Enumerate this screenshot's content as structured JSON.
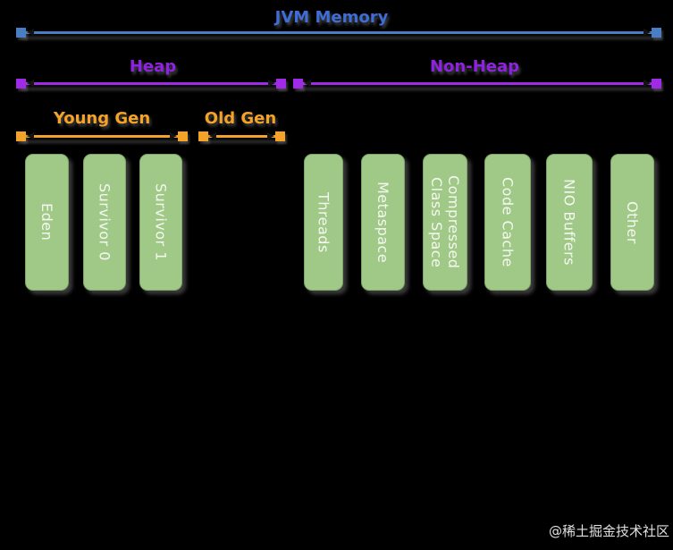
{
  "diagram": {
    "title_bracket": {
      "label": "JVM Memory",
      "color": "#4a7ec4"
    },
    "brackets": [
      {
        "label": "JVM Memory",
        "color": "#4a7ec4"
      },
      {
        "label": "Heap",
        "color": "#a02ae8"
      },
      {
        "label": "Non-Heap",
        "color": "#a02ae8"
      },
      {
        "label": "Young Gen",
        "color": "#f5a328"
      },
      {
        "label": "Old Gen",
        "color": "#f5a328"
      }
    ],
    "boxes": [
      {
        "label": "Eden"
      },
      {
        "label": "Survivor 0"
      },
      {
        "label": "Survivor 1"
      },
      {
        "label": "Threads"
      },
      {
        "label": "Metaspace"
      },
      {
        "label": "Compressed Class Space"
      },
      {
        "label": "Code Cache"
      },
      {
        "label": "NIO Buffers"
      },
      {
        "label": "Other"
      }
    ],
    "colors": {
      "background": "#000000",
      "jvm_blue": "#4a7ec4",
      "heap_purple": "#a02ae8",
      "gen_orange": "#f5a328",
      "region_green": "#a0c987",
      "region_text": "#f4f8f0"
    },
    "watermark": "@稀土掘金技术社区"
  }
}
